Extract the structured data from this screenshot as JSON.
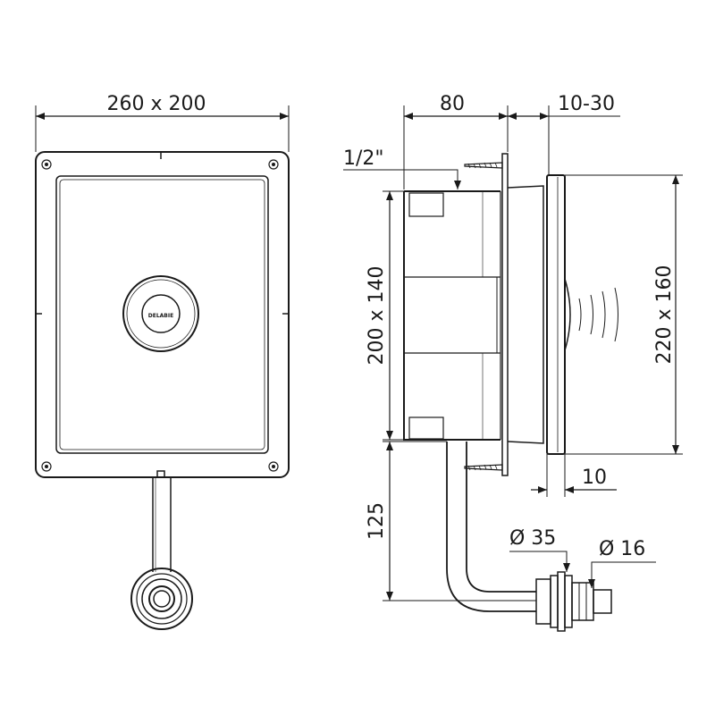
{
  "dimensions": {
    "front_width_height": "260 x 200",
    "depth": "80",
    "wall_range": "10-30",
    "thread": "1/2\"",
    "box_size": "200 x 140",
    "plate_size": "220 x 160",
    "plate_thickness": "10",
    "pipe_drop": "125",
    "diameter_outer": "Ø 35",
    "diameter_inner": "Ø 16"
  },
  "logo_text": "DELABIE",
  "colors": {
    "line": "#1a1a1a",
    "background": "#ffffff"
  }
}
